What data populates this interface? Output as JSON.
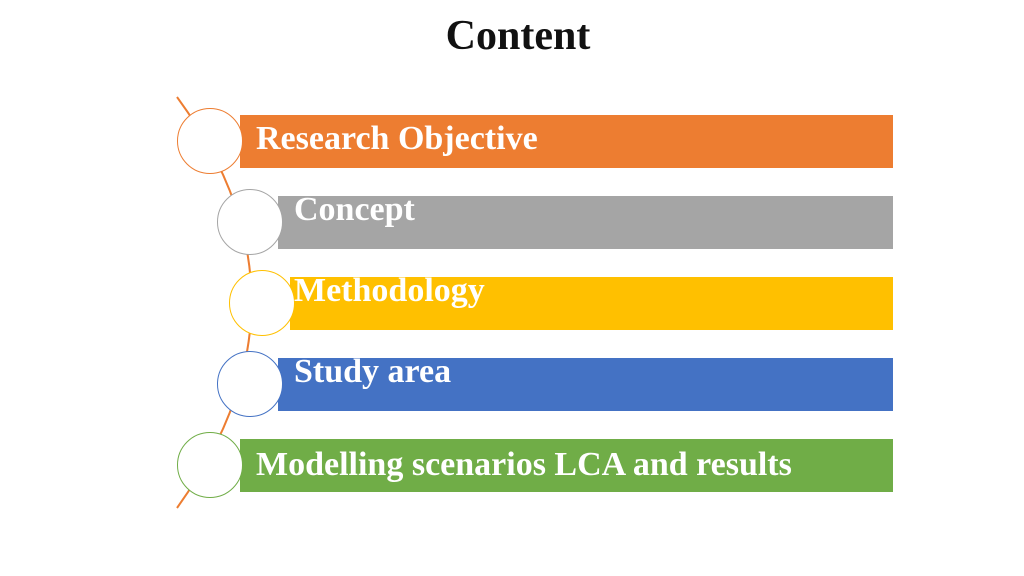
{
  "title": "Content",
  "items": [
    {
      "label": "Research Objective",
      "color": "#ED7D31"
    },
    {
      "label": "Concept",
      "color": "#A5A5A5"
    },
    {
      "label": "Methodology",
      "color": "#FFC000"
    },
    {
      "label": "Study area",
      "color": "#4472C4"
    },
    {
      "label": "Modelling scenarios LCA and results",
      "color": "#70AD47"
    }
  ]
}
